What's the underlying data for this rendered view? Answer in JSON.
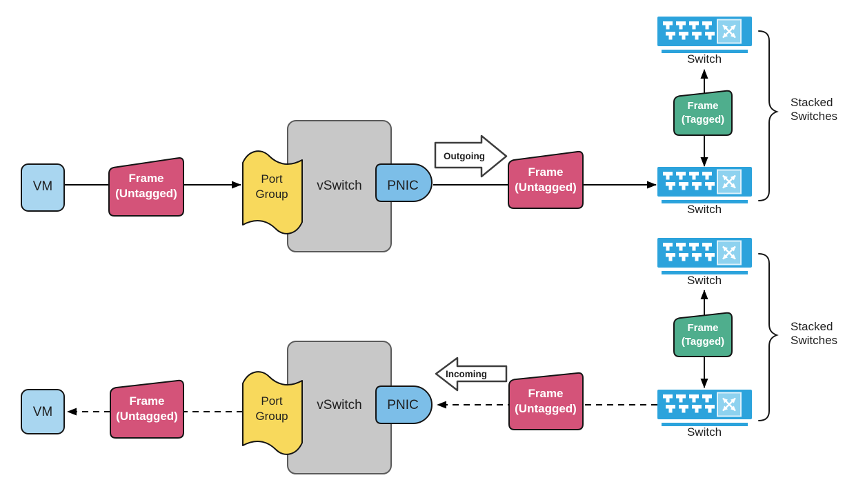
{
  "colors": {
    "frame_untagged": "#D45379",
    "frame_tagged": "#4FAE8D",
    "port_group": "#F8D95C",
    "vm": "#A9D6F0",
    "pnic": "#7CBEE8",
    "vswitch": "#C8C8C8",
    "switch_blue": "#2CA3DC",
    "switch_light": "#8ED2EF"
  },
  "outgoing_flow": {
    "vm_label": "VM",
    "frame_left": {
      "line1": "Frame",
      "line2": "(Untagged)"
    },
    "port_group": {
      "line1": "Port",
      "line2": "Group"
    },
    "vswitch_label": "vSwitch",
    "pnic_label": "PNIC",
    "direction_label": "Outgoing",
    "frame_right": {
      "line1": "Frame",
      "line2": "(Untagged)"
    },
    "stack": {
      "switch_top_label": "Switch",
      "switch_bottom_label": "Switch",
      "frame_tagged": {
        "line1": "Frame",
        "line2": "(Tagged)"
      },
      "brace_label": {
        "line1": "Stacked",
        "line2": "Switches"
      }
    }
  },
  "incoming_flow": {
    "vm_label": "VM",
    "frame_left": {
      "line1": "Frame",
      "line2": "(Untagged)"
    },
    "port_group": {
      "line1": "Port",
      "line2": "Group"
    },
    "vswitch_label": "vSwitch",
    "pnic_label": "PNIC",
    "direction_label": "Incoming",
    "frame_right": {
      "line1": "Frame",
      "line2": "(Untagged)"
    },
    "stack": {
      "switch_top_label": "Switch",
      "switch_bottom_label": "Switch",
      "frame_tagged": {
        "line1": "Frame",
        "line2": "(Tagged)"
      },
      "brace_label": {
        "line1": "Stacked",
        "line2": "Switches"
      }
    }
  }
}
